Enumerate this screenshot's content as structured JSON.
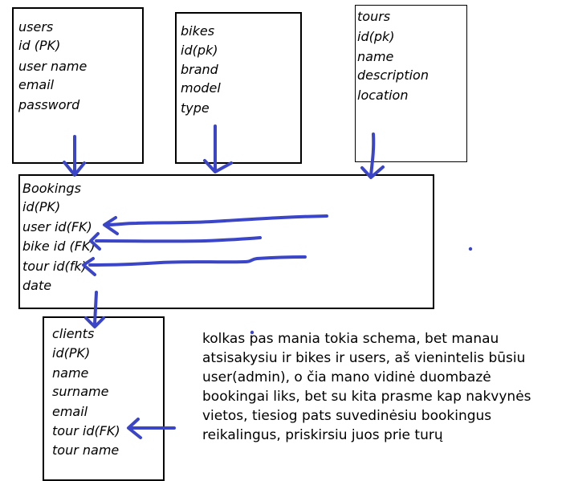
{
  "entities": {
    "users": {
      "title": "users",
      "fields": [
        "id (PK)",
        "user name",
        "email",
        "password"
      ]
    },
    "bikes": {
      "title": "bikes",
      "fields": [
        "id(pk)",
        "brand",
        "model",
        "type"
      ]
    },
    "tours": {
      "title": "tours",
      "fields": [
        "id(pk)",
        "name",
        "description",
        "location"
      ]
    },
    "bookings": {
      "title": "Bookings",
      "fields": [
        "id(PK)",
        "user id(FK)",
        "bike id (FK)",
        "tour id(fk)",
        "date"
      ]
    },
    "clients": {
      "title": "clients",
      "fields": [
        "id(PK)",
        "name",
        "surname",
        "email",
        "tour id(FK)",
        "tour name"
      ]
    }
  },
  "note": {
    "lines": [
      "kolkas pas mania tokia schema, bet manau",
      "atsisakysiu ir bikes ir users, aš vienintelis būsiu",
      "user(admin), o čia mano vidinė duombazė",
      "bookingai liks, bet su kita prasme kap nakvynės",
      "vietos, tiesiog pats suvedinėsiu bookingus",
      "reikalingus, priskirsiu juos prie turų"
    ]
  },
  "colors": {
    "ink": "#3a45c8",
    "border": "#000000"
  }
}
